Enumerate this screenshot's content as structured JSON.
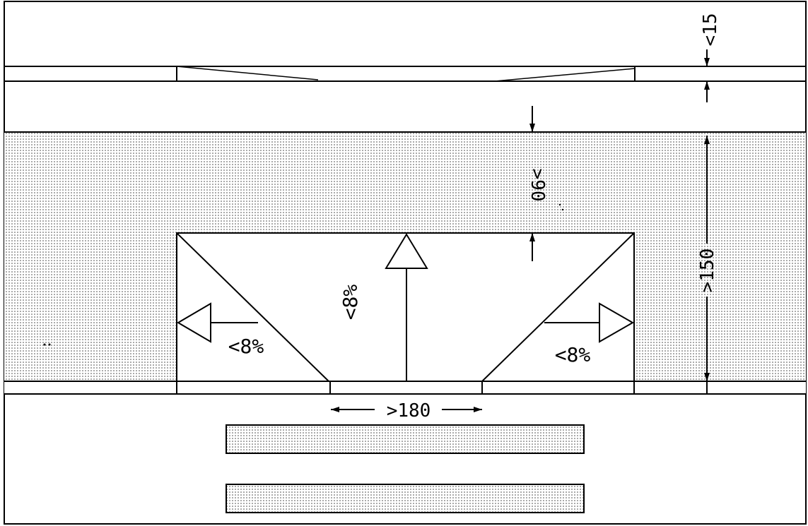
{
  "labels": {
    "curb_height": "<15",
    "gap_top": ">90",
    "depth": ">150",
    "slope_center": "<8%",
    "slope_left": "<8%",
    "slope_right": "<8%",
    "width": ">180"
  },
  "colors": {
    "ink": "#000000",
    "paper": "#ffffff",
    "stipple": "#444444"
  }
}
